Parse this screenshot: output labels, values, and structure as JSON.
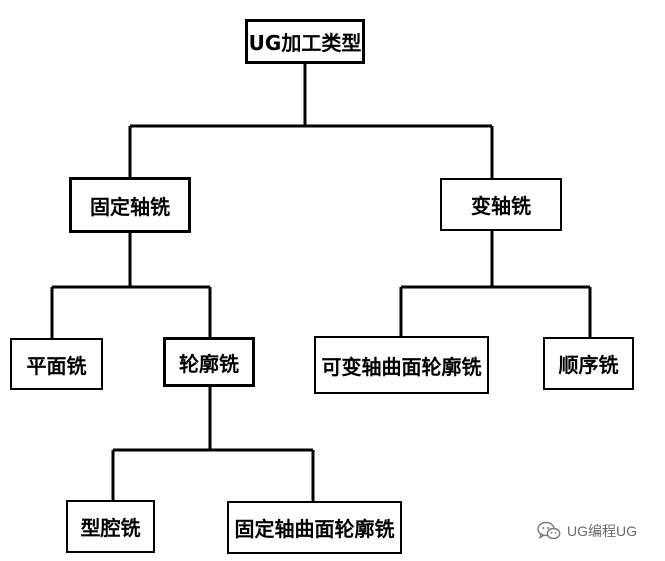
{
  "nodes": {
    "root": "UG加工类型",
    "fixed_axis": "固定轴铣",
    "variable_axis": "变轴铣",
    "planar": "平面铣",
    "contour": "轮廓铣",
    "variable_contour": "可变轴曲面轮廓铣",
    "sequential": "顺序铣",
    "cavity": "型腔铣",
    "fixed_contour": "固定轴曲面轮廓铣"
  },
  "watermark": {
    "icon": "wechat-logo-icon",
    "text": "UG编程UG"
  },
  "colors": {
    "line": "#000000",
    "watermark": "#6a6a6a"
  }
}
